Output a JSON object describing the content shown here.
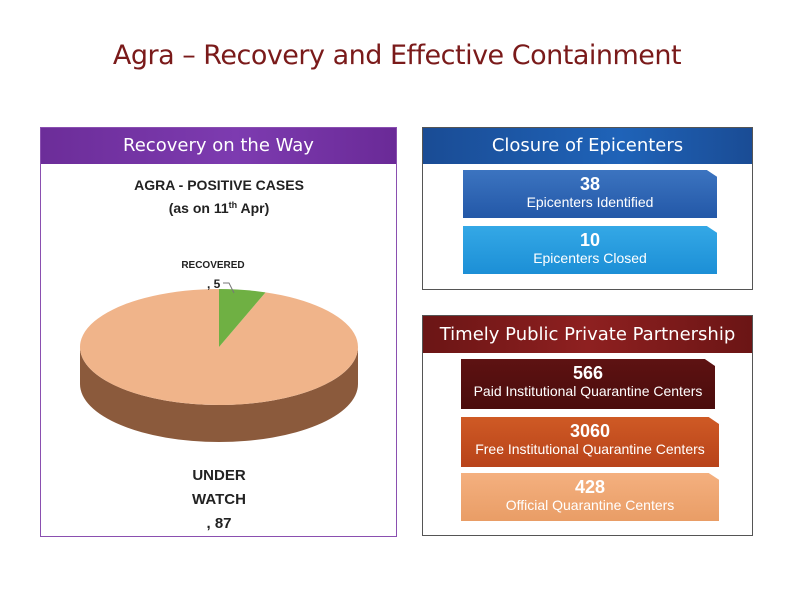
{
  "title": "Agra – Recovery and Effective Containment",
  "recovery_panel": {
    "header": "Recovery on the Way"
  },
  "epicenters_panel": {
    "header": "Closure of Epicenters",
    "items": [
      {
        "value": "38",
        "label": "Epicenters Identified"
      },
      {
        "value": "10",
        "label": "Epicenters Closed"
      }
    ]
  },
  "ppp_panel": {
    "header": "Timely Public Private Partnership",
    "items": [
      {
        "value": "566",
        "label": "Paid Institutional Quarantine Centers"
      },
      {
        "value": "3060",
        "label": "Free Institutional Quarantine Centers"
      },
      {
        "value": "428",
        "label": "Official Quarantine Centers"
      }
    ]
  },
  "colors": {
    "recovered": "#6fb043",
    "under_watch": "#f0b48a",
    "under_watch_side": "#8b5a3c"
  },
  "chart_data": {
    "type": "pie",
    "title": "AGRA - POSITIVE CASES",
    "subtitle_prefix": "(as on 11",
    "subtitle_sup": "th",
    "subtitle_suffix": " Apr)",
    "categories": [
      "RECOVERED",
      "UNDER WATCH"
    ],
    "values": [
      5,
      87
    ],
    "data_labels": [
      {
        "lines": [
          "RECOVERED",
          ", 5"
        ]
      },
      {
        "lines": [
          "UNDER",
          "WATCH",
          ", 87"
        ]
      }
    ],
    "style": "3d"
  }
}
